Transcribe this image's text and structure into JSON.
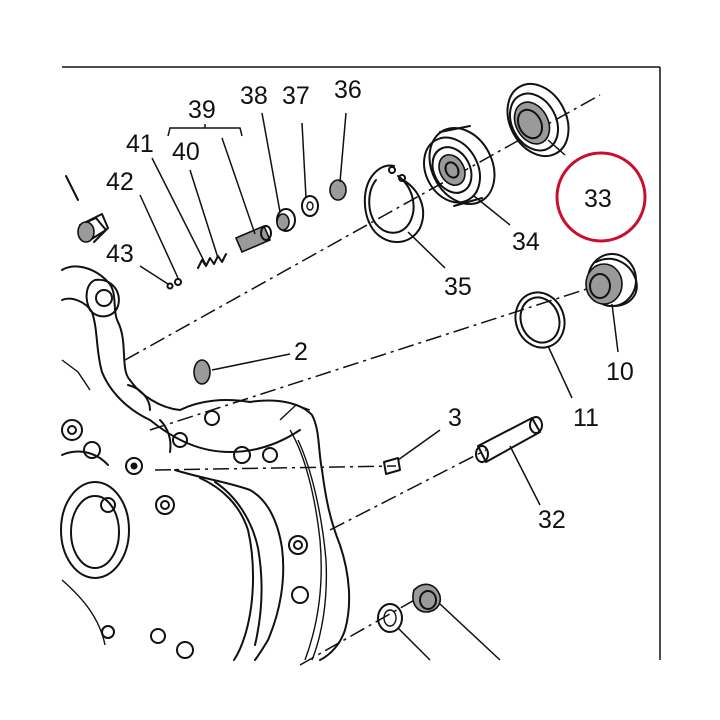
{
  "labels": {
    "p2": "2",
    "p3": "3",
    "p10": "10",
    "p11": "11",
    "p32": "32",
    "p33": "33",
    "p34": "34",
    "p35": "35",
    "p36": "36",
    "p37": "37",
    "p38": "38",
    "p39": "39",
    "p40": "40",
    "p41": "41",
    "p42": "42",
    "p43": "43"
  },
  "highlight": {
    "part": "33",
    "color": "#c8102e"
  },
  "colors": {
    "line": "#111111",
    "background": "#ffffff"
  }
}
